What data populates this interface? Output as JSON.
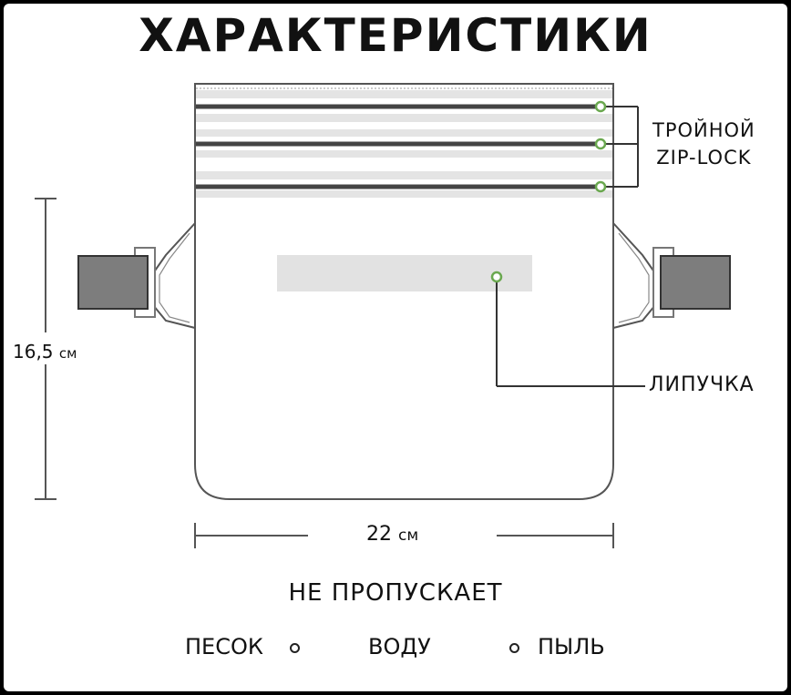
{
  "title": "ХАРАКТЕРИСТИКИ",
  "labels": {
    "zip_line1": "ТРОЙНОЙ",
    "zip_line2": "ZIP-LOCK",
    "velcro": "ЛИПУЧКА",
    "height_value": "16,5",
    "height_unit": "см",
    "width_value": "22",
    "width_unit": "см"
  },
  "resists": {
    "heading": "НЕ ПРОПУСКАЕТ",
    "items": [
      "ПЕСОК",
      "ВОДУ",
      "ПЫЛЬ"
    ]
  },
  "colors": {
    "marker": "#6aa84f",
    "strap": "#7d7d7d",
    "outline": "#555555",
    "velcro_patch": "#e2e2e2"
  }
}
